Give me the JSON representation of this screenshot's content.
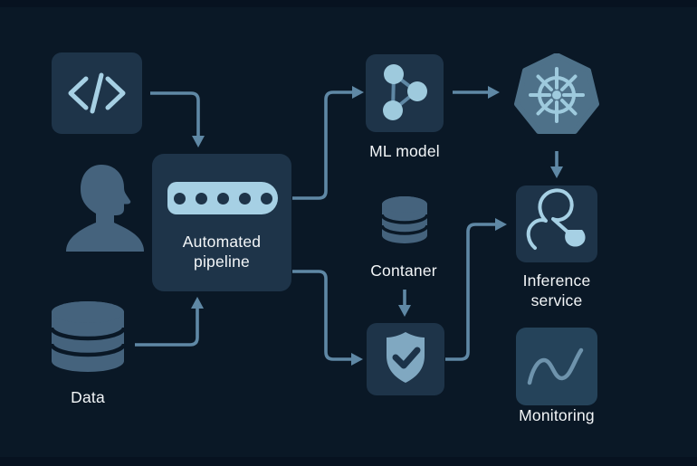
{
  "diagram": {
    "title": "Automated ML deployment pipeline diagram",
    "nodes": {
      "code": {
        "icon": "code-brackets-icon"
      },
      "user": {
        "icon": "person-silhouette-icon"
      },
      "data": {
        "label": "Data",
        "icon": "database-cylinder-icon"
      },
      "pipeline": {
        "label": "Automated\npipeline",
        "icon": "pipeline-pill-icon",
        "pill_dots": 5
      },
      "ml_model": {
        "label": "ML model",
        "icon": "model-graph-icon"
      },
      "kubernetes": {
        "icon": "kubernetes-helm-wheel-icon"
      },
      "container": {
        "label": "Contaner",
        "icon": "container-cylinder-icon"
      },
      "security": {
        "icon": "shield-check-icon"
      },
      "inference": {
        "label": "Inference\nservice",
        "icon": "inference-lasso-icon"
      },
      "monitoring": {
        "label": "Monitoring",
        "icon": "line-chart-icon"
      }
    },
    "edges": [
      "code -> pipeline",
      "data -> pipeline",
      "pipeline -> ml_model",
      "ml_model -> kubernetes",
      "kubernetes -> inference",
      "pipeline -> security",
      "container -> security",
      "security -> inference"
    ],
    "colors": {
      "background": "#0a1826",
      "edge_strip": "#071220",
      "node_fill": "#1e3449",
      "node_fill_alt": "#25435a",
      "icon_light": "#a6d0e4",
      "connector": "#5f88a5",
      "silhouette": "#45637d",
      "k8s_fill": "#4e7189",
      "k8s_wheel": "#9ecadd",
      "shield_fill": "#80a8c1",
      "shield_check": "#1c3349",
      "chart_line": "#6e93ac",
      "text": "#f3f6f8"
    }
  }
}
